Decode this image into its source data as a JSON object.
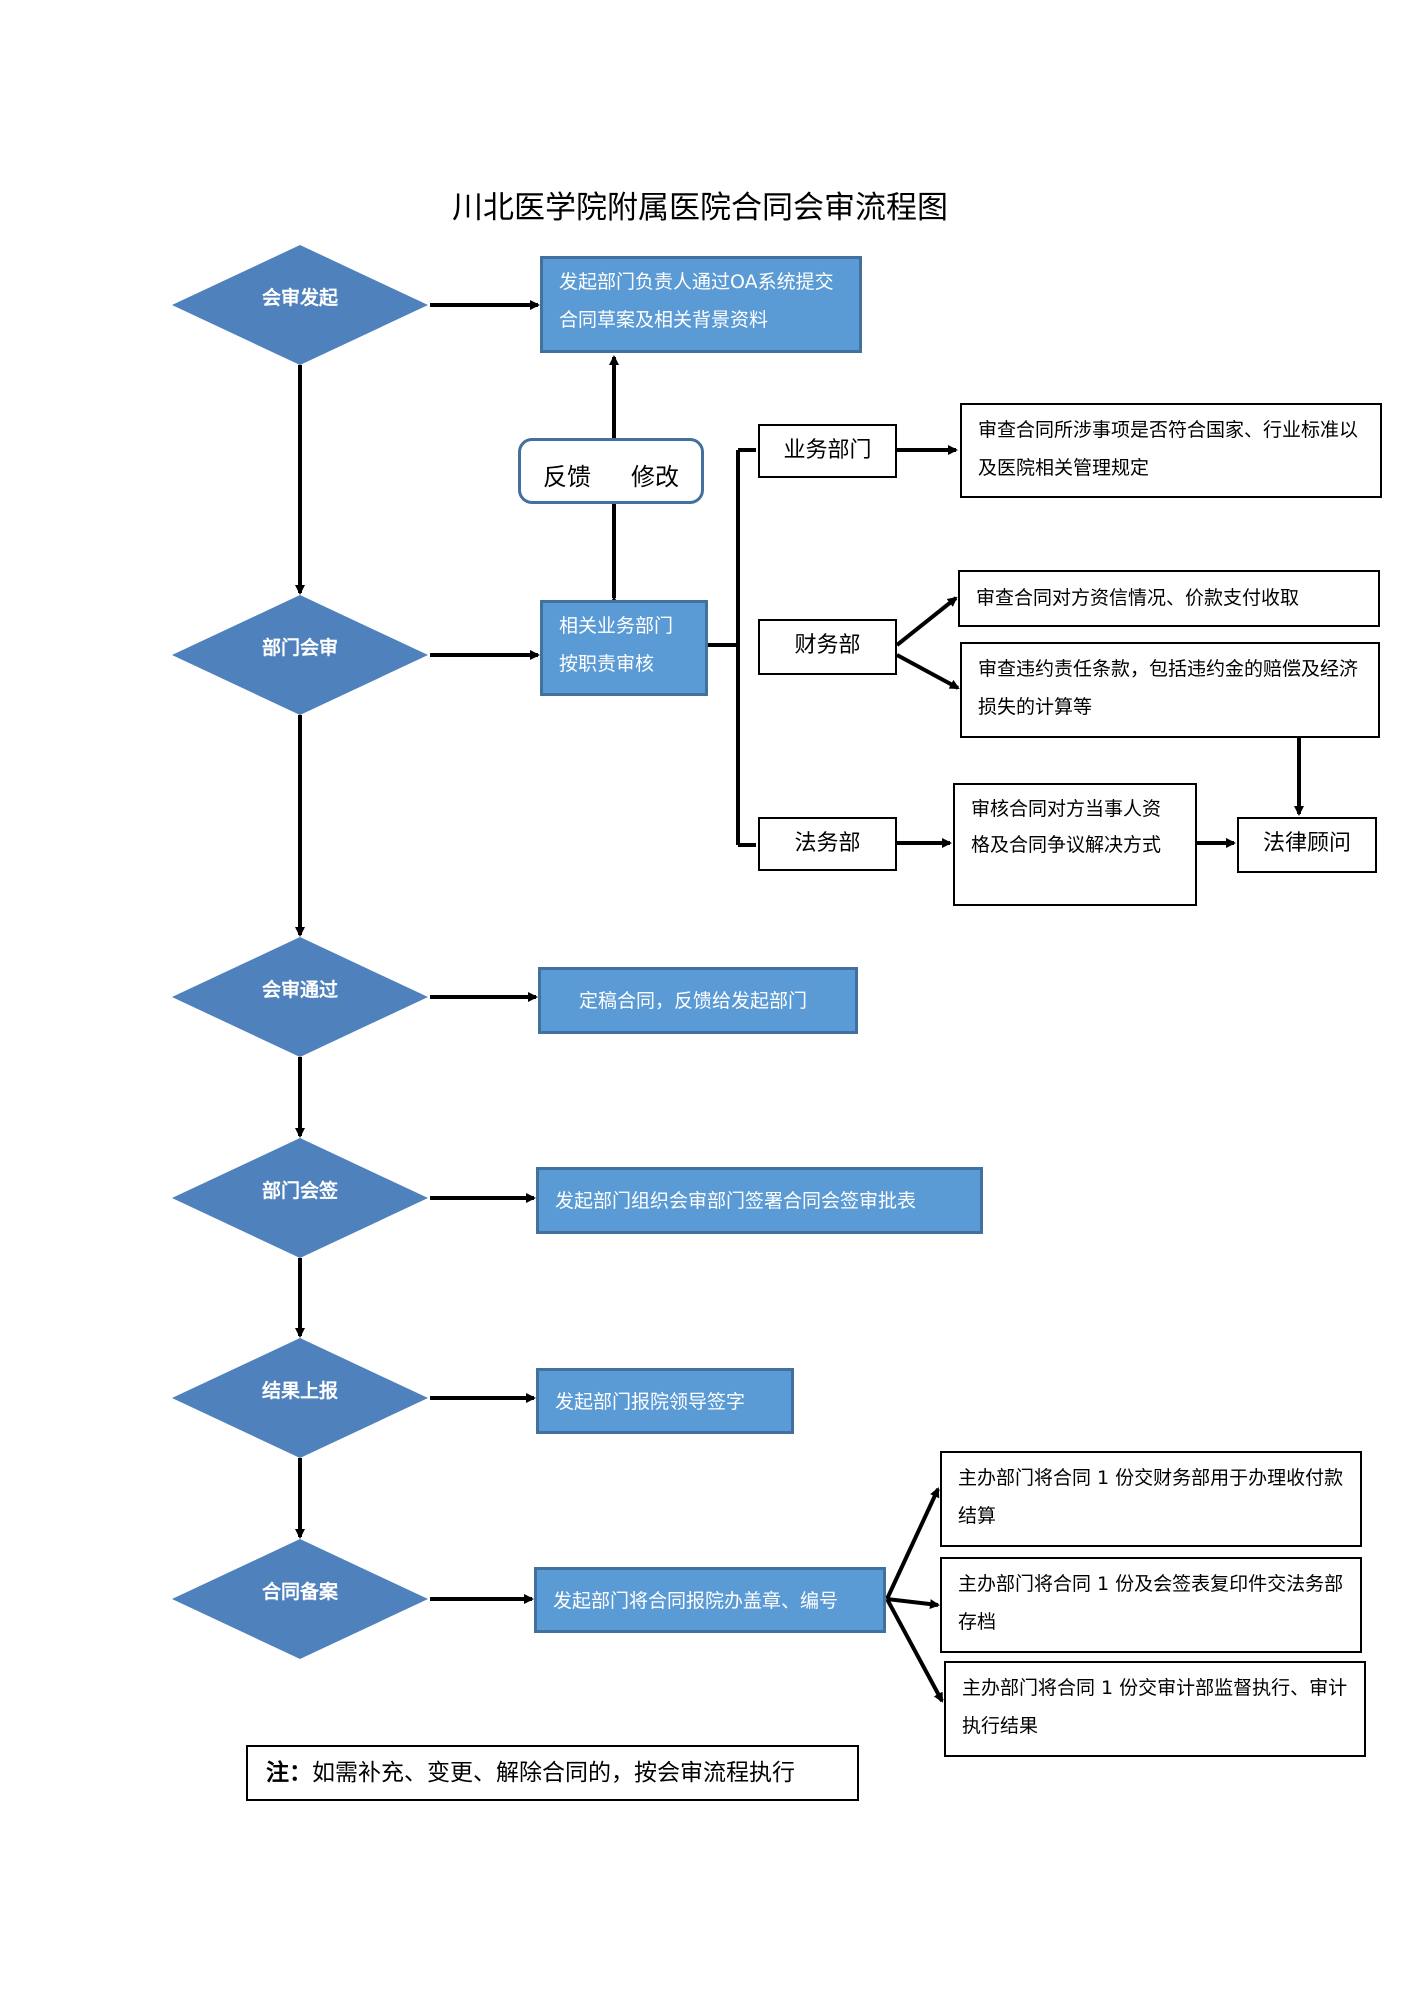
{
  "title": "川北医学院附属医院合同会审流程图",
  "colors": {
    "diamond_fill": "#4f81bd",
    "blue_box_fill": "#5b9bd5",
    "blue_box_border": "#41719c",
    "line": "#000000"
  },
  "steps": [
    {
      "label": "会审发起",
      "action": "发起部门负责人通过OA系统提交合同草案及相关背景资料"
    },
    {
      "label": "部门会审",
      "action": "相关业务部门按职责审核"
    },
    {
      "label": "会审通过",
      "action": "定稿合同，反馈给发起部门"
    },
    {
      "label": "部门会签",
      "action": "发起部门组织会审部门签署合同会签审批表"
    },
    {
      "label": "结果上报",
      "action": "发起部门报院领导签字"
    },
    {
      "label": "合同备案",
      "action": "发起部门将合同报院办盖章、编号"
    }
  ],
  "feedback": {
    "left": "反馈",
    "right": "修改"
  },
  "departments": {
    "business": {
      "label": "业务部门",
      "review": "审查合同所涉事项是否符合国家、行业标准以及医院相关管理规定"
    },
    "finance": {
      "label": "财务部",
      "review_1": "审查合同对方资信情况、价款支付收取",
      "review_2": "审查违约责任条款，包括违约金的赔偿及经济损失的计算等"
    },
    "legal": {
      "label": "法务部",
      "review": "审核合同对方当事人资格及合同争议解决方式"
    },
    "counsel": "法律顾问"
  },
  "filing": [
    "主办部门将合同 1 份交财务部用于办理收付款结算",
    "主办部门将合同 1 份及会签表复印件交法务部存档",
    "主办部门将合同 1 份交审计部监督执行、审计执行结果"
  ],
  "note": {
    "prefix": "注：",
    "text": "如需补充、变更、解除合同的，按会审流程执行"
  }
}
